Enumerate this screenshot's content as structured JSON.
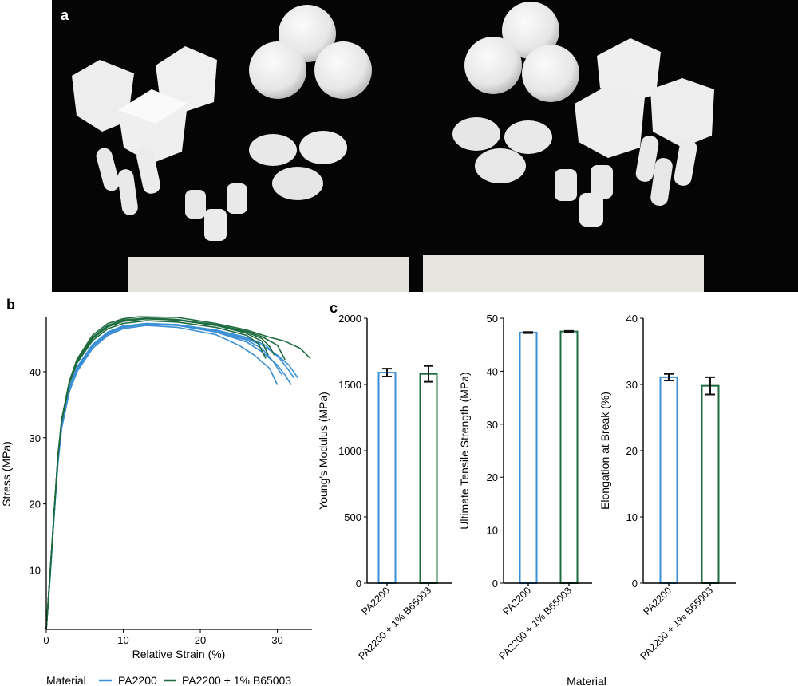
{
  "panels": {
    "a": "a",
    "b": "b",
    "c": "c"
  },
  "colors": {
    "PA2200": "#3b8fd4",
    "PA2200 + 1% B65003": "#1d6b3e",
    "photo_bg": "#050505"
  },
  "chart_data": [
    {
      "type": "line",
      "panel": "b",
      "xlabel": "Relative Strain (%)",
      "ylabel": "Stress (MPa)",
      "xlim": [
        0,
        34.5
      ],
      "ylim": [
        1,
        48.2
      ],
      "xticks": [
        0,
        10,
        20,
        30
      ],
      "yticks": [
        10,
        20,
        30,
        40
      ],
      "grid": false,
      "legend": {
        "title": "Material",
        "placement": "bottom",
        "entries": [
          "PA2200",
          "PA2200 + 1% B65003"
        ]
      },
      "series": [
        {
          "name": "PA2200",
          "curves": [
            [
              [
                0,
                1
              ],
              [
                0.5,
                9
              ],
              [
                1,
                18
              ],
              [
                1.5,
                26
              ],
              [
                2,
                31.5
              ],
              [
                3,
                37
              ],
              [
                4,
                40
              ],
              [
                6,
                43.5
              ],
              [
                8,
                45.5
              ],
              [
                10,
                46.5
              ],
              [
                13,
                47
              ],
              [
                17,
                46.7
              ],
              [
                22,
                45.6
              ],
              [
                25,
                44
              ],
              [
                27,
                42.5
              ],
              [
                29,
                40.5
              ],
              [
                30,
                38
              ]
            ],
            [
              [
                0,
                1
              ],
              [
                0.5,
                9
              ],
              [
                1,
                18
              ],
              [
                1.5,
                26
              ],
              [
                2,
                31.5
              ],
              [
                3,
                37
              ],
              [
                4,
                40.3
              ],
              [
                6,
                43.8
              ],
              [
                8,
                45.7
              ],
              [
                10,
                46.7
              ],
              [
                13,
                47.2
              ],
              [
                17,
                47
              ],
              [
                22,
                46
              ],
              [
                26,
                44.5
              ],
              [
                28,
                43
              ],
              [
                30,
                41
              ],
              [
                31,
                39.5
              ],
              [
                31.8,
                38
              ]
            ],
            [
              [
                0,
                1
              ],
              [
                0.5,
                9
              ],
              [
                1,
                18
              ],
              [
                1.5,
                26.5
              ],
              [
                2,
                32
              ],
              [
                3,
                37.5
              ],
              [
                4,
                40.6
              ],
              [
                6,
                44
              ],
              [
                8,
                46
              ],
              [
                10,
                46.9
              ],
              [
                13,
                47.3
              ],
              [
                17,
                47.1
              ],
              [
                22,
                46.2
              ],
              [
                26,
                45
              ],
              [
                28,
                44
              ],
              [
                30,
                42.5
              ],
              [
                31.5,
                41
              ],
              [
                32.7,
                39
              ]
            ],
            [
              [
                0,
                1
              ],
              [
                0.5,
                9
              ],
              [
                1,
                18
              ],
              [
                1.5,
                26.5
              ],
              [
                2,
                32
              ],
              [
                3,
                37.5
              ],
              [
                4,
                40.5
              ],
              [
                6,
                44
              ],
              [
                8,
                45.9
              ],
              [
                10,
                46.8
              ],
              [
                13,
                47.2
              ],
              [
                17,
                47
              ],
              [
                22,
                46
              ],
              [
                26,
                44.8
              ],
              [
                28,
                43.5
              ],
              [
                29.5,
                41.5
              ],
              [
                30.6,
                39.5
              ]
            ],
            [
              [
                0,
                1
              ],
              [
                0.5,
                9
              ],
              [
                1,
                18
              ],
              [
                1.5,
                26.5
              ],
              [
                2,
                32
              ],
              [
                3,
                37.6
              ],
              [
                4,
                40.7
              ],
              [
                6,
                44.1
              ],
              [
                8,
                46
              ],
              [
                10,
                46.9
              ],
              [
                13,
                47.3
              ],
              [
                17,
                47.1
              ],
              [
                22,
                46.3
              ],
              [
                26,
                45.2
              ],
              [
                28.5,
                44
              ],
              [
                30.3,
                42
              ],
              [
                31.5,
                40.2
              ],
              [
                32.2,
                39
              ]
            ]
          ]
        },
        {
          "name": "PA2200 + 1% B65003",
          "curves": [
            [
              [
                0,
                1
              ],
              [
                0.5,
                9.5
              ],
              [
                1,
                18.5
              ],
              [
                1.5,
                27
              ],
              [
                2,
                32.5
              ],
              [
                3,
                38.2
              ],
              [
                4,
                41.3
              ],
              [
                6,
                44.7
              ],
              [
                8,
                46.5
              ],
              [
                10,
                47.3
              ],
              [
                13,
                47.7
              ],
              [
                17,
                47.5
              ],
              [
                22,
                46.7
              ],
              [
                26,
                45.5
              ],
              [
                27.5,
                44.3
              ],
              [
                28.5,
                42
              ]
            ],
            [
              [
                0,
                1
              ],
              [
                0.5,
                9.5
              ],
              [
                1,
                18.5
              ],
              [
                1.5,
                27
              ],
              [
                2,
                32.5
              ],
              [
                3,
                38.3
              ],
              [
                4,
                41.5
              ],
              [
                6,
                45
              ],
              [
                8,
                46.8
              ],
              [
                10,
                47.6
              ],
              [
                13,
                48
              ],
              [
                17,
                47.8
              ],
              [
                22,
                47
              ],
              [
                26,
                46
              ],
              [
                28,
                45
              ],
              [
                29,
                43.8
              ],
              [
                29.6,
                42.5
              ]
            ],
            [
              [
                0,
                1
              ],
              [
                0.5,
                9.5
              ],
              [
                1,
                18.5
              ],
              [
                1.5,
                27
              ],
              [
                2,
                32.7
              ],
              [
                3,
                38.5
              ],
              [
                4,
                41.7
              ],
              [
                6,
                45.2
              ],
              [
                8,
                47
              ],
              [
                10,
                47.8
              ],
              [
                13,
                48.1
              ],
              [
                17,
                47.9
              ],
              [
                22,
                47.1
              ],
              [
                26,
                46.1
              ],
              [
                28,
                45.3
              ],
              [
                30,
                44
              ],
              [
                31,
                41.8
              ]
            ],
            [
              [
                0,
                1
              ],
              [
                0.5,
                9.5
              ],
              [
                1,
                18.5
              ],
              [
                1.5,
                27.2
              ],
              [
                2,
                32.8
              ],
              [
                3,
                38.6
              ],
              [
                4,
                41.9
              ],
              [
                6,
                45.5
              ],
              [
                8,
                47.3
              ],
              [
                10,
                48
              ],
              [
                12,
                48.3
              ],
              [
                17,
                48.2
              ],
              [
                22,
                47.3
              ],
              [
                26,
                46.3
              ],
              [
                29,
                45.2
              ],
              [
                31,
                44.6
              ],
              [
                33,
                43.5
              ],
              [
                34.3,
                42
              ]
            ],
            [
              [
                0,
                1
              ],
              [
                0.5,
                9.5
              ],
              [
                1,
                18.5
              ],
              [
                1.5,
                27
              ],
              [
                2,
                32.6
              ],
              [
                3,
                38.4
              ],
              [
                4,
                41.6
              ],
              [
                6,
                45.1
              ],
              [
                8,
                46.9
              ],
              [
                10,
                47.7
              ],
              [
                13,
                48
              ],
              [
                17,
                47.8
              ],
              [
                22,
                47
              ],
              [
                26,
                45.8
              ],
              [
                28,
                44.6
              ],
              [
                28.8,
                42.5
              ]
            ]
          ]
        }
      ]
    },
    {
      "type": "bar",
      "panel": "c",
      "categories": [
        "PA2200",
        "PA2200 + 1% B65003"
      ],
      "values": [
        1590,
        1580
      ],
      "errors": [
        30,
        60
      ],
      "ylabel": "Young's Modulus (MPa)",
      "ylim": [
        0,
        2000
      ],
      "yticks": [
        0,
        500,
        1000,
        1500,
        2000
      ]
    },
    {
      "type": "bar",
      "panel": "c",
      "categories": [
        "PA2200",
        "PA2200 + 1% B65003"
      ],
      "values": [
        47.3,
        47.5
      ],
      "errors": [
        0.1,
        0.1
      ],
      "ylabel": "Ultimate Tensile Strength (MPa)",
      "ylim": [
        0,
        50
      ],
      "yticks": [
        0,
        10,
        20,
        30,
        40,
        50
      ],
      "xlabel": "Material"
    },
    {
      "type": "bar",
      "panel": "c",
      "categories": [
        "PA2200",
        "PA2200 + 1% B65003"
      ],
      "values": [
        31.1,
        29.8
      ],
      "errors": [
        0.5,
        1.3
      ],
      "ylabel": "Elongation at Break (%)",
      "ylim": [
        0,
        40
      ],
      "yticks": [
        0,
        10,
        20,
        30,
        40
      ]
    }
  ]
}
